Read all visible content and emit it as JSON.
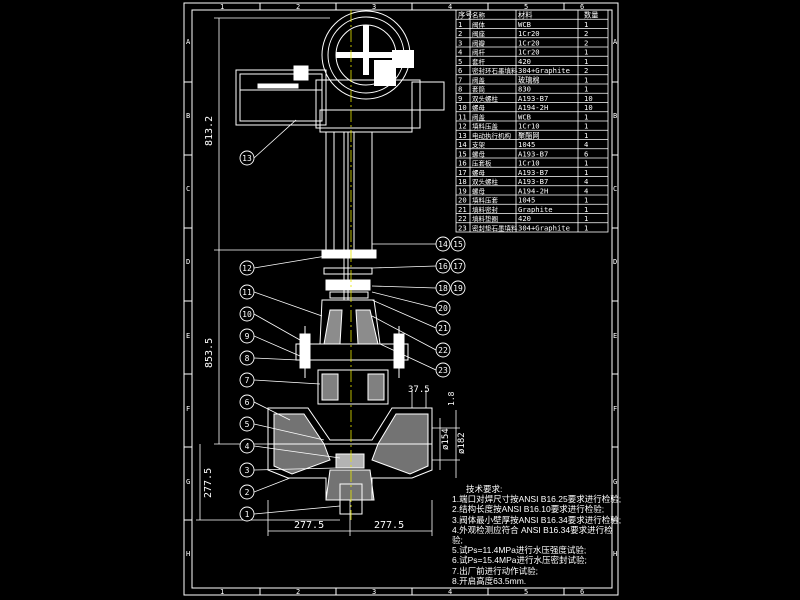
{
  "frame": {
    "columns": [
      "1",
      "2",
      "3",
      "4",
      "5",
      "6"
    ],
    "rows": [
      "A",
      "B",
      "C",
      "D",
      "E",
      "F",
      "G",
      "H"
    ]
  },
  "bom": {
    "headers": [
      "序号",
      "名称",
      "材料",
      "数量"
    ],
    "rows": [
      [
        "1",
        "阀体",
        "WCB",
        "1"
      ],
      [
        "2",
        "阀座",
        "1Cr20",
        "2"
      ],
      [
        "3",
        "阀瓣",
        "1Cr20",
        "2"
      ],
      [
        "4",
        "阀杆",
        "1Cr20",
        "1"
      ],
      [
        "5",
        "套杆",
        "420",
        "1"
      ],
      [
        "6",
        "密封环石墨填料",
        "304+Graphite",
        "2"
      ],
      [
        "7",
        "阀盖",
        "玻璃棉",
        "1"
      ],
      [
        "8",
        "套筒",
        "830",
        "1"
      ],
      [
        "9",
        "双头螺柱",
        "A193-B7",
        "10"
      ],
      [
        "10",
        "螺母",
        "A194-2H",
        "10"
      ],
      [
        "11",
        "阀盖",
        "WCB",
        "1"
      ],
      [
        "12",
        "填料压盖",
        "1Cr10",
        "1"
      ],
      [
        "13",
        "电动执行机构",
        "聚酯网",
        "1"
      ],
      [
        "14",
        "支架",
        "1045",
        "4"
      ],
      [
        "15",
        "螺母",
        "A193-B7",
        "6"
      ],
      [
        "16",
        "压套板",
        "1Cr10",
        "1"
      ],
      [
        "17",
        "螺母",
        "A193-B7",
        "1"
      ],
      [
        "18",
        "双头螺柱",
        "A193-B7",
        "4"
      ],
      [
        "19",
        "螺母",
        "A194-2H",
        "4"
      ],
      [
        "20",
        "填料压套",
        "1045",
        "1"
      ],
      [
        "21",
        "填料密封",
        "Graphite",
        "1"
      ],
      [
        "22",
        "填料垫圈",
        "420",
        "1"
      ],
      [
        "23",
        "密封垫石墨填料",
        "304+Graphite",
        "1"
      ]
    ]
  },
  "balloons": [
    "1",
    "2",
    "3",
    "4",
    "5",
    "6",
    "7",
    "8",
    "9",
    "10",
    "11",
    "12",
    "13",
    "14",
    "15",
    "16",
    "17",
    "18",
    "19",
    "20",
    "21",
    "22",
    "23"
  ],
  "dimensions": {
    "top_height": "813.2",
    "mid_height": "853.5",
    "bottom_height": "277.5",
    "half_width_left": "277.5",
    "half_width_right": "277.5",
    "dia_154": "ø154",
    "dia_182": "ø182",
    "flange_375": "37.5",
    "flange_18": "1.8"
  },
  "notes": {
    "title": "技术要求:",
    "items": [
      "1.端口对焊尺寸按ANSI B16.25要求进行检验;",
      "2.结构长度按ANSI B16.10要求进行检验;",
      "3.阀体最小壁厚按ANSI B16.34要求进行检验;",
      "4.外观检测应符合 ANSI B16.34要求进行检验;",
      "5.试Ps=11.4MPa进行水压强度试验;",
      "6.试Ps=15.4MPa进行水压密封试验;",
      "7.出厂前进行动作试验;",
      "8.开启高度63.5mm."
    ]
  },
  "colors": {
    "line": "#ffffff",
    "accent": "#e8e800",
    "background": "#000000"
  }
}
